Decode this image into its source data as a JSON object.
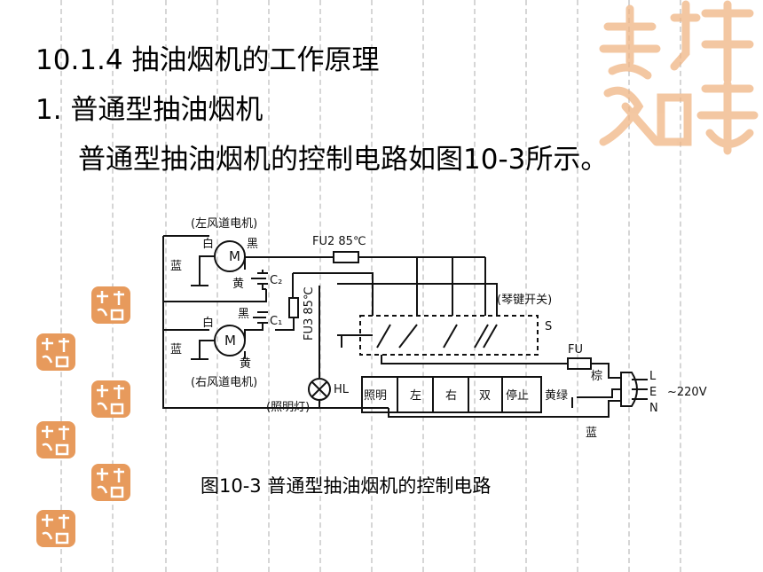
{
  "slide": {
    "heading": "10.1.4 抽油烟机的工作原理",
    "subheading": "1. 普通型抽油烟机",
    "body_text": "普通型抽油烟机的控制电路如图10-3所示。",
    "caption": "图10-3  普通型抽油烟机的控制电路"
  },
  "diagram": {
    "left_motor_label": "(左风道电机)",
    "right_motor_label": "(右风道电机)",
    "motor_symbol": "M",
    "white": "白",
    "black": "黑",
    "blue": "蓝",
    "yellow": "黄",
    "c2": "C₂",
    "c1": "C₁",
    "fu2": "FU2 85℃",
    "fu3": "FU3 85℃",
    "switch_label": "(琴键开关)",
    "switch_symbol": "S",
    "fu": "FU",
    "lamp_symbol": "HL",
    "lamp_label": "(照明灯)",
    "buttons": [
      "照明",
      "左",
      "右",
      "双",
      "停止"
    ],
    "yellow_green": "黄绿",
    "brown": "棕",
    "plug_pins": [
      "L",
      "E",
      "N"
    ],
    "voltage": "~220V",
    "bottom_blue": "蓝"
  },
  "decor": {
    "seal_text": "吉祥如意",
    "seal_color": "#e79a5c"
  }
}
